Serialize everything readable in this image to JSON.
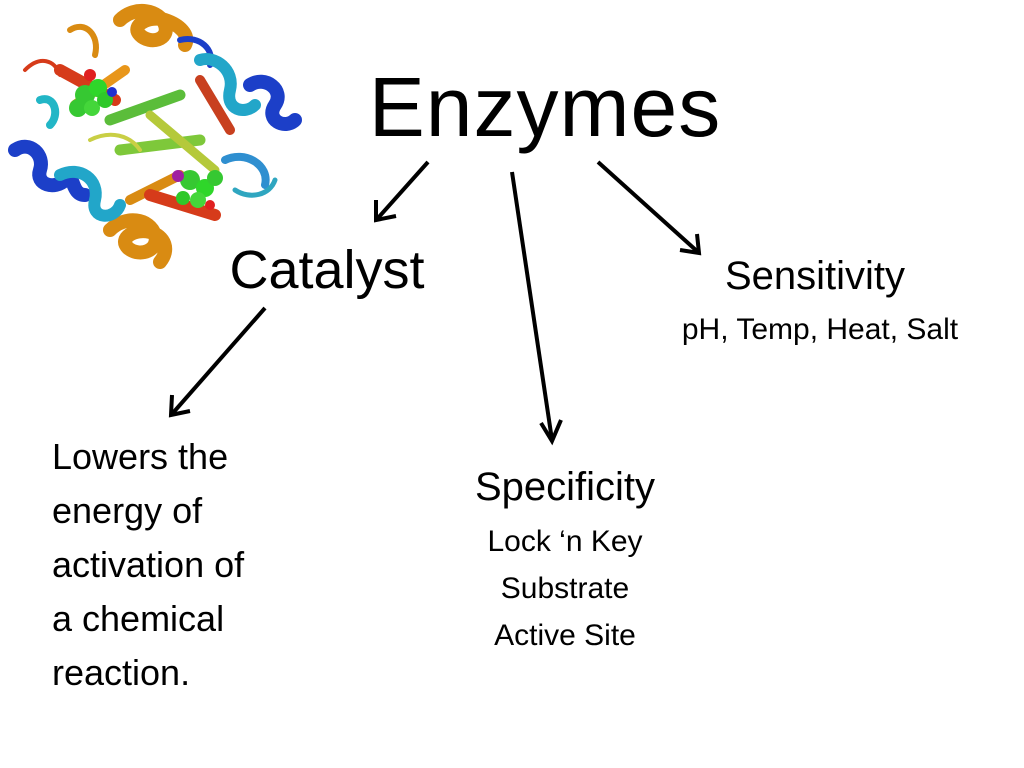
{
  "title": "Enzymes",
  "branches": {
    "catalyst": {
      "label": "Catalyst",
      "description_lines": [
        "Lowers the",
        "energy of",
        "activation of",
        "a chemical",
        "reaction."
      ]
    },
    "sensitivity": {
      "label": "Sensitivity",
      "detail": "pH, Temp, Heat, Salt"
    },
    "specificity": {
      "label": "Specificity",
      "details": [
        "Lock ‘n Key",
        "Substrate",
        "Active Site"
      ]
    }
  }
}
